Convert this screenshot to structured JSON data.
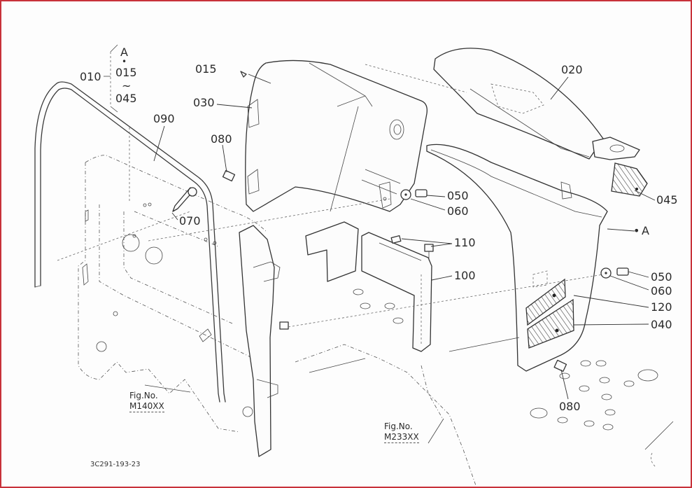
{
  "diagram": {
    "border_color": "#c8323a",
    "line_color": "#333333",
    "group_callout": {
      "label": "010",
      "members": [
        "A",
        "015",
        "~",
        "045"
      ]
    },
    "callouts": [
      {
        "id": "015",
        "label": "015",
        "part": "clip"
      },
      {
        "id": "030",
        "label": "030",
        "part": "left-side-cover"
      },
      {
        "id": "090",
        "label": "090",
        "part": "seal-strip"
      },
      {
        "id": "080a",
        "label": "080",
        "part": "screw-upper"
      },
      {
        "id": "070",
        "label": "070",
        "part": "bolt"
      },
      {
        "id": "050a",
        "label": "050",
        "part": "bolt-upper"
      },
      {
        "id": "060a",
        "label": "060",
        "part": "washer-upper"
      },
      {
        "id": "110",
        "label": "110",
        "part": "bolt-pair"
      },
      {
        "id": "100",
        "label": "100",
        "part": "bracket-cover"
      },
      {
        "id": "020",
        "label": "020",
        "part": "top-cover"
      },
      {
        "id": "045",
        "label": "045",
        "part": "label-plate"
      },
      {
        "id": "A",
        "label": "A",
        "part": "front-cover"
      },
      {
        "id": "050b",
        "label": "050",
        "part": "bolt-lower"
      },
      {
        "id": "060b",
        "label": "060",
        "part": "washer-lower"
      },
      {
        "id": "120",
        "label": "120",
        "part": "grille-upper"
      },
      {
        "id": "040",
        "label": "040",
        "part": "grille-lower"
      },
      {
        "id": "080b",
        "label": "080",
        "part": "screw-lower"
      }
    ],
    "figure_refs": [
      {
        "title": "Fig.No.",
        "number": "M140XX"
      },
      {
        "title": "Fig.No.",
        "number": "M233XX"
      }
    ],
    "drawing_code": "3C291-193-23"
  }
}
